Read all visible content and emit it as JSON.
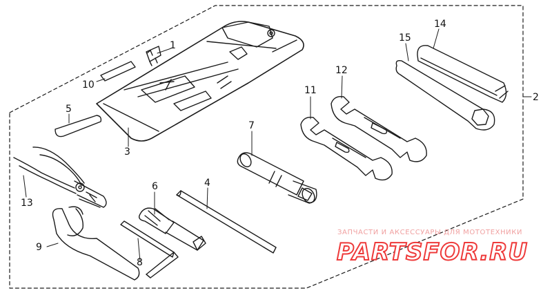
{
  "callouts": [
    "1",
    "2",
    "3",
    "4",
    "5",
    "6",
    "7",
    "8",
    "9",
    "10",
    "11",
    "12",
    "13",
    "14",
    "15"
  ],
  "watermark": {
    "tagline": "ЗАПЧАСТИ И АКСЕССУАРЫ ДЛЯ МОТОТЕХНИКИ",
    "logo_text": "PARTSFOR.RU",
    "color": "#ee3a3a"
  },
  "line_color": "#1a1a1a"
}
